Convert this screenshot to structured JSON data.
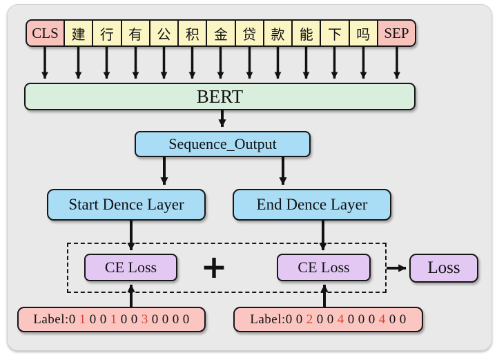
{
  "diagram_title": "BERT span-extraction model with dual dense layers and combined CE loss",
  "colors": {
    "canvas_bg": "#e9e9e9",
    "token_char_bg": "#faf5c3",
    "token_special_bg": "#f8c2bd",
    "bert_bg": "#d9eedd",
    "blue_bg": "#a9dcf5",
    "purple_bg": "#e4c8f4",
    "label_bg": "#fbc6c1",
    "red_digit": "#dd4030",
    "stroke": "#111111"
  },
  "tokens": {
    "items": [
      {
        "text": "CLS",
        "type": "special"
      },
      {
        "text": "建",
        "type": "char"
      },
      {
        "text": "行",
        "type": "char"
      },
      {
        "text": "有",
        "type": "char"
      },
      {
        "text": "公",
        "type": "char"
      },
      {
        "text": "积",
        "type": "char"
      },
      {
        "text": "金",
        "type": "char"
      },
      {
        "text": "贷",
        "type": "char"
      },
      {
        "text": "款",
        "type": "char"
      },
      {
        "text": "能",
        "type": "char"
      },
      {
        "text": "下",
        "type": "char"
      },
      {
        "text": "吗",
        "type": "char"
      },
      {
        "text": "SEP",
        "type": "special"
      }
    ]
  },
  "bert": {
    "label": "BERT"
  },
  "sequence_output": {
    "label": "Sequence_Output"
  },
  "start_dense": {
    "label": "Start Dence Layer"
  },
  "end_dense": {
    "label": "End Dence Layer"
  },
  "ce_loss_left": {
    "label": "CE Loss"
  },
  "ce_loss_right": {
    "label": "CE Loss"
  },
  "plus": {
    "label": "+"
  },
  "loss": {
    "label": "Loss"
  },
  "labels": {
    "left": {
      "prefix": "Label:",
      "digits": [
        "0",
        "1",
        "0",
        "0",
        "1",
        "0",
        "0",
        "3",
        "0",
        "0",
        "0",
        "0"
      ]
    },
    "right": {
      "prefix": "Label:",
      "digits": [
        "0",
        "0",
        "2",
        "0",
        "0",
        "4",
        "0",
        "0",
        "0",
        "4",
        "0",
        "0"
      ]
    }
  }
}
